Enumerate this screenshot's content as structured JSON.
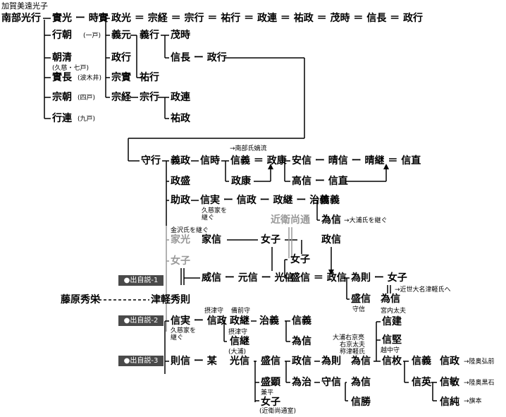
{
  "notes": {
    "n1": "加賀美遠光子",
    "n2": "(一戸)",
    "n3": "(久慈・七戸)",
    "n4": "(波木井)",
    "n5": "(四戸)",
    "n6": "(九戸)",
    "n7": "→南部氏嫡流",
    "n8": "久慈家を",
    "n9": "継ぐ",
    "n10": "→大浦氏を継ぐ",
    "n11": "金沢氏を継ぐ",
    "n12": "→近世大名津軽氏へ",
    "n13": "守信",
    "n14": "宮内太夫",
    "n15": "摂津守",
    "n16": "備前守",
    "n17": "久慈家を",
    "n18": "継ぐ",
    "n19": "摂津守",
    "n20": "(大浦)",
    "n21": "大浦右京亮",
    "n22": "右京太夫",
    "n23": "称津軽氏",
    "n24": "越中守",
    "n25": "→陸奥弘前",
    "n26": "→陸奥黒石",
    "n27": "→旗本",
    "n28": "兼平",
    "n29": "(近衛尚通室)"
  },
  "names": {
    "nanbu_mitsuyuki": "南部光行",
    "r1": "實光 ー 時實",
    "r1b": "政光 ＝ 宗経 ＝ 宗行 ＝ 祐行 ＝ 政連 ＝ 祐政 ＝ 茂時 ＝ 信長 ＝ 政行",
    "yukitomo": "行朝",
    "tomokiyo": "朝清",
    "sanenaga": "實長",
    "munetomo": "宗朝",
    "yukitsura": "行連",
    "yoshimoto": "義元",
    "yoshiyuki": "義行",
    "shigetoki": "茂時",
    "masayuki2": "政行",
    "munezane": "宗實",
    "sukeyuki": "祐行",
    "nobunaga_masayuki": "信長 ー 政行",
    "munetsune": "宗経",
    "muneyuki": "宗行",
    "masatsura": "政連",
    "sukemasa": "祐政",
    "moriyuki": "守行",
    "yoshimasa": "義政",
    "nobutoki": "信時",
    "nobunori_masayasu": "信義 ＝ 政康",
    "masayasu": "政康",
    "yasunobu_line": "安信 ー 晴信 ー 晴継 ＝ 信直",
    "takanobu_line": "高信 ー 信直",
    "masamori": "政盛",
    "sukemasa2": "助政",
    "nobuzane_line": "信実 ー 信政 ー 政継 ー 治義",
    "nobuyoshi2": "信義",
    "tamenobu": "為信",
    "konoe": "近衛尚通",
    "iemitsu": "家光",
    "ienobu": "家信",
    "onnago1": "女子",
    "masanobu": "政信",
    "onnago2": "女子",
    "onnago3": "女子",
    "line_takenobu": "威信 ー 元信 ー 光信",
    "morinobu_masanobu": "盛信 ＝ 政信",
    "tamenori_line": "為則 ー 女子",
    "morinobu2": "盛信",
    "tamenobu2": "為信",
    "fujiwara_hidesato": "藤原秀栄",
    "tsugaru_hidenori": "津軽秀則",
    "badge1": "●出自説-1",
    "badge2": "●出自説-2",
    "badge3": "●出自説-3",
    "nobuzane2_line": "信実 ー 信政",
    "masatsugu": "政継",
    "nobutsugu": "信継",
    "haruyoshi2": "治義",
    "nobuyoshi3": "信義",
    "tamenobu3": "為信",
    "nobutate": "信建",
    "nobukata": "信堅",
    "norinobu_line": "則信 ー 某",
    "mitsunobu2": "光信",
    "morinobu3": "盛信",
    "masanobu3": "政信",
    "tamenori2": "為則",
    "tamenobu4": "為信",
    "nobuhira": "信枚",
    "nobuyoshi4": "信義",
    "nobumasa": "信政",
    "moriaki": "盛顕",
    "onnago4": "女子",
    "tameharu": "為治",
    "morinobu4": "守信",
    "tamenobu5": "為信",
    "nobukatsu": "信勝",
    "nobuhide": "信英",
    "nobutoshi": "信敏",
    "nobuzumi": "信純"
  }
}
